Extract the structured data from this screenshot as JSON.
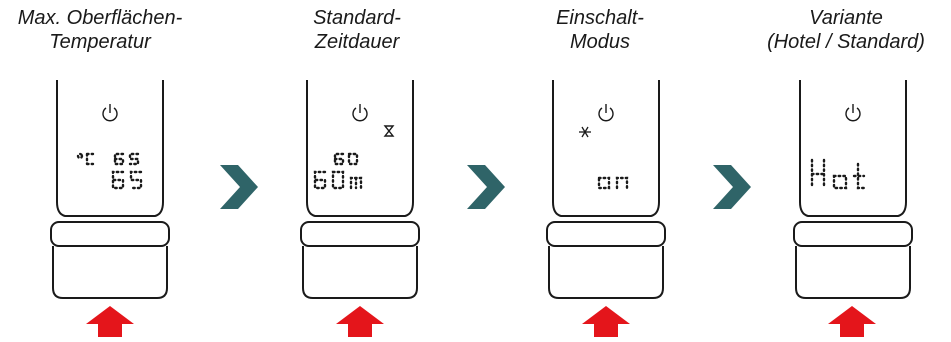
{
  "steps": [
    {
      "title_line1": "Max. Oberflächen-",
      "title_line2": "Temperatur",
      "display_line1": "°C",
      "display_line2": "65",
      "indicator_icon": "none"
    },
    {
      "title_line1": "Standard-",
      "title_line2": "Zeitdauer",
      "display_line1": "60",
      "display_line2": "60m",
      "indicator_icon": "hourglass-icon"
    },
    {
      "title_line1": "Einschalt-",
      "title_line2": "Modus",
      "display_line1": "",
      "display_line2": "on",
      "indicator_icon": "snowflake-icon"
    },
    {
      "title_line1": "Variante",
      "title_line2": "(Hotel / Standard)",
      "display_line1": "",
      "display_line2": "Hot",
      "indicator_icon": "none"
    }
  ],
  "colors": {
    "chevron": "#2f6468",
    "arrow": "#e4151b",
    "outline": "#1a1a1a"
  }
}
